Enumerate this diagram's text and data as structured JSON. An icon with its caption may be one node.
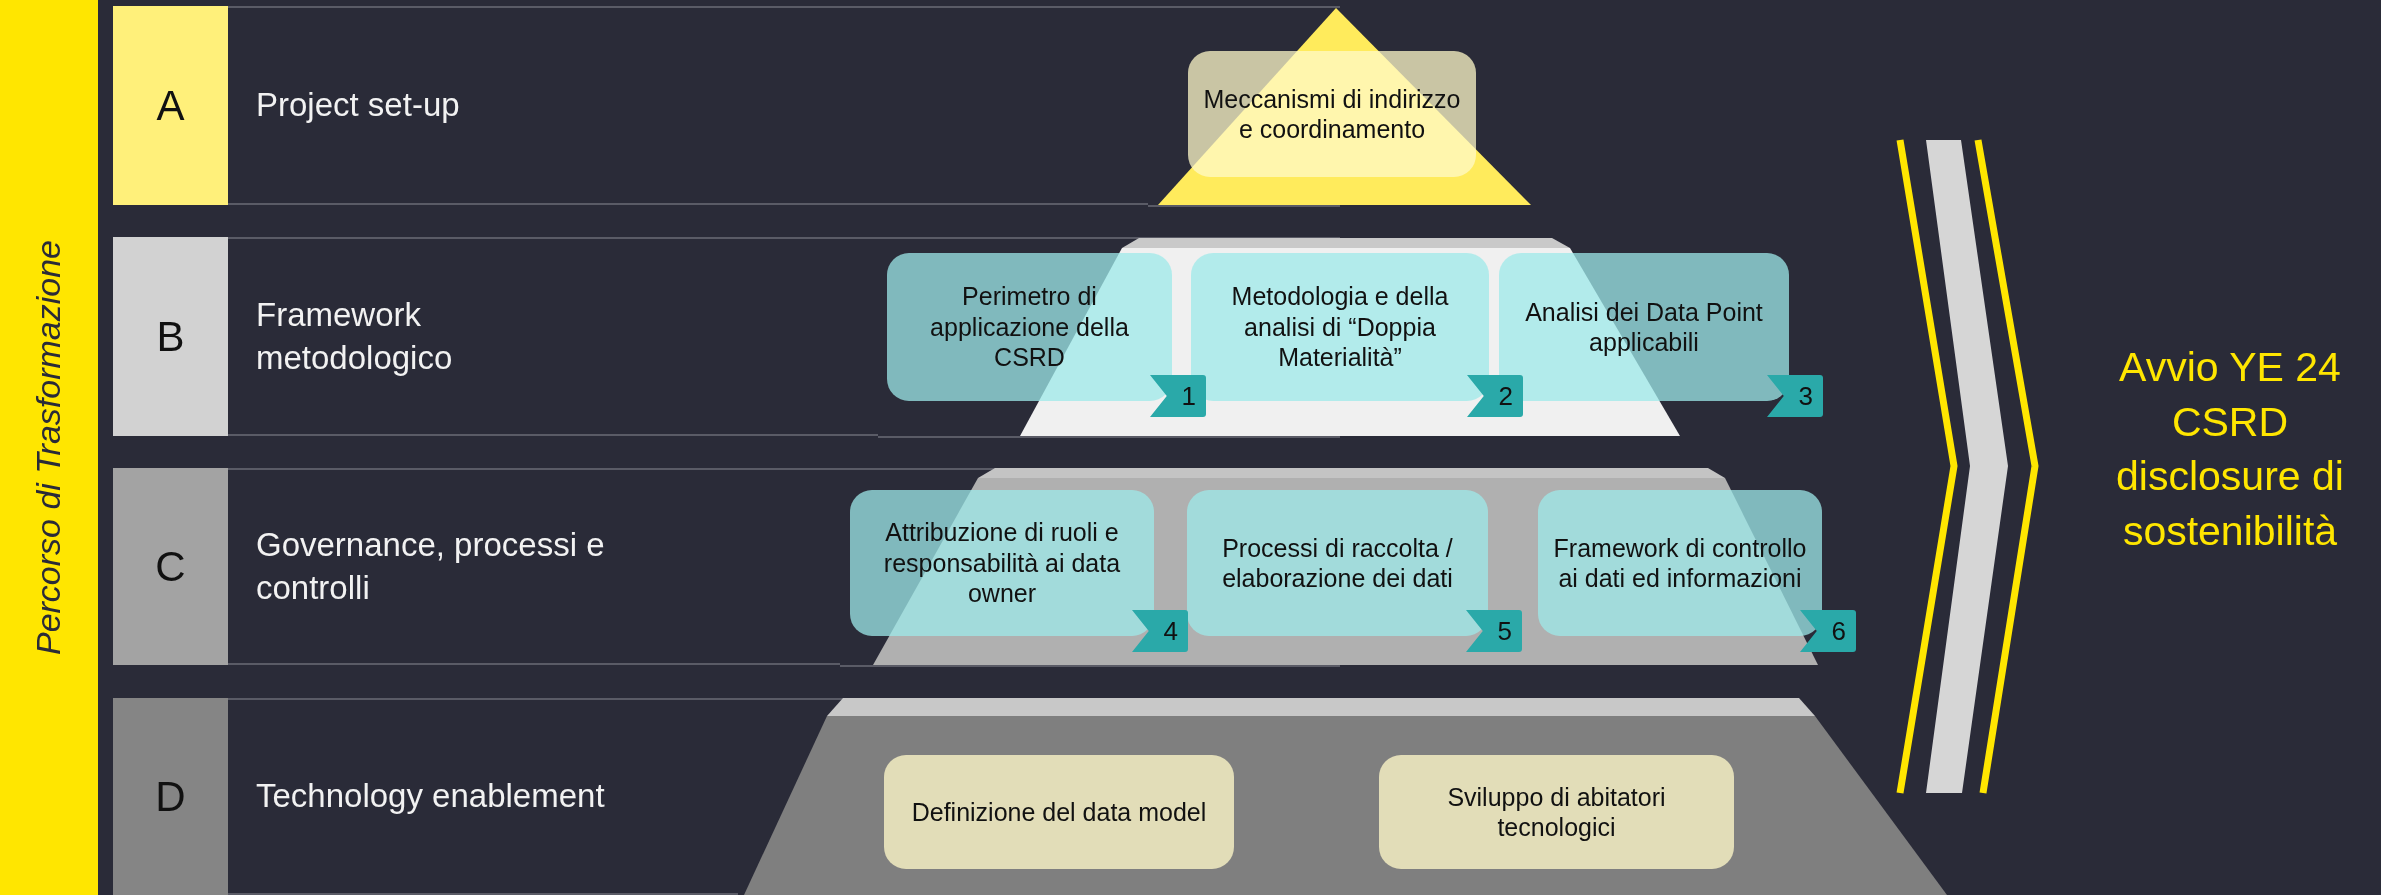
{
  "diagram": {
    "nodes": [
      {
        "text": [
          "Percorso di Trasformazione"
        ]
      },
      {
        "text": [
          "A"
        ]
      },
      {
        "text": [
          "Project set-up"
        ]
      },
      {
        "text": [
          "Meccanismi di indirizzo e coordinamento"
        ]
      },
      {
        "text": [
          "B"
        ]
      },
      {
        "text": [
          "Framework metodologico"
        ]
      },
      {
        "text": [
          "Perimetro di applicazione della CSRD"
        ],
        "beside": [
          "1"
        ]
      },
      {
        "text": [
          "Metodologia e della analisi di “Doppia Materialità”"
        ],
        "beside": [
          "2"
        ]
      },
      {
        "text": [
          "Analisi dei Data Point applicabili"
        ],
        "beside": [
          "3"
        ]
      },
      {
        "text": [
          "C"
        ]
      },
      {
        "text": [
          "Governance, processi e controlli"
        ]
      },
      {
        "text": [
          "Attribuzione di ruoli e responsabilità ai data owner"
        ],
        "beside": [
          "4"
        ]
      },
      {
        "text": [
          "Processi di raccolta / elaborazione dei dati"
        ],
        "beside": [
          "5"
        ]
      },
      {
        "text": [
          "Framework di controllo ai dati ed informazioni"
        ],
        "beside": [
          "6"
        ]
      },
      {
        "text": [
          "D"
        ]
      },
      {
        "text": [
          "Technology enablement"
        ]
      },
      {
        "text": [
          "Definizione del data model"
        ]
      },
      {
        "text": [
          "Sviluppo di abitatori tecnologici"
        ]
      }
    ],
    "labels": [
      "Avvio YE 24 CSRD disclosure di sostenibilità"
    ]
  }
}
